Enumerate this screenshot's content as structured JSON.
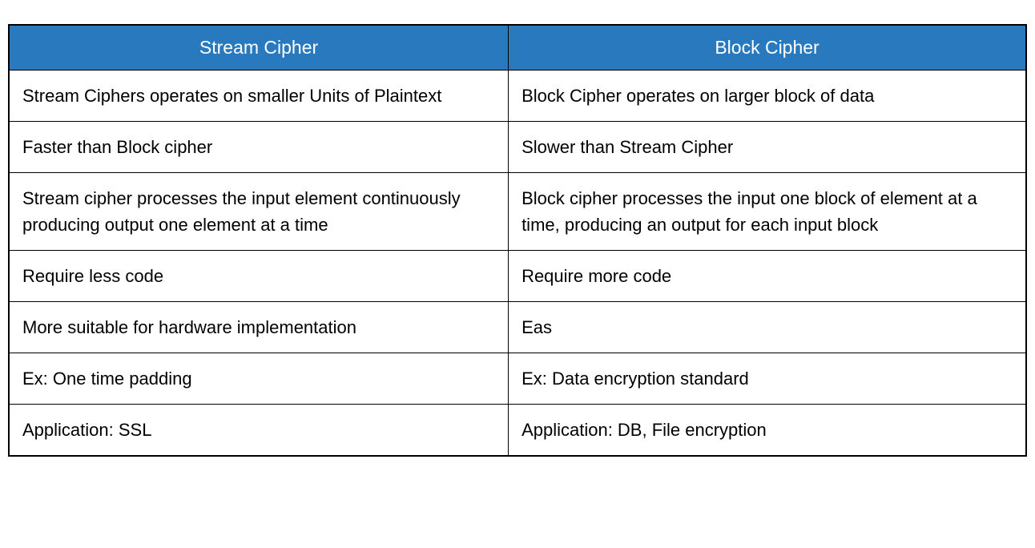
{
  "colors": {
    "header_bg": "#2879BD",
    "header_text": "#FFFFFF",
    "border": "#000000",
    "body_text": "#000000",
    "page_bg": "#FFFFFF"
  },
  "table": {
    "headers": [
      {
        "label": "Stream Cipher"
      },
      {
        "label": "Block Cipher"
      }
    ],
    "rows": [
      {
        "cells": [
          "Stream Ciphers operates on smaller Units of Plaintext",
          "Block Cipher operates on larger block of data"
        ]
      },
      {
        "cells": [
          "Faster than Block cipher",
          "Slower than Stream Cipher"
        ]
      },
      {
        "cells": [
          "Stream cipher processes the input element continuously producing output one element at a time",
          "Block cipher processes the input one block of element at a time, producing an output for each input block"
        ]
      },
      {
        "cells": [
          "Require less code",
          "Require more code"
        ]
      },
      {
        "cells": [
          "More suitable for hardware implementation",
          "Eas"
        ]
      },
      {
        "cells": [
          "Ex: One time padding",
          "Ex: Data encryption standard"
        ]
      },
      {
        "cells": [
          "Application: SSL",
          "Application: DB, File encryption"
        ]
      }
    ]
  }
}
